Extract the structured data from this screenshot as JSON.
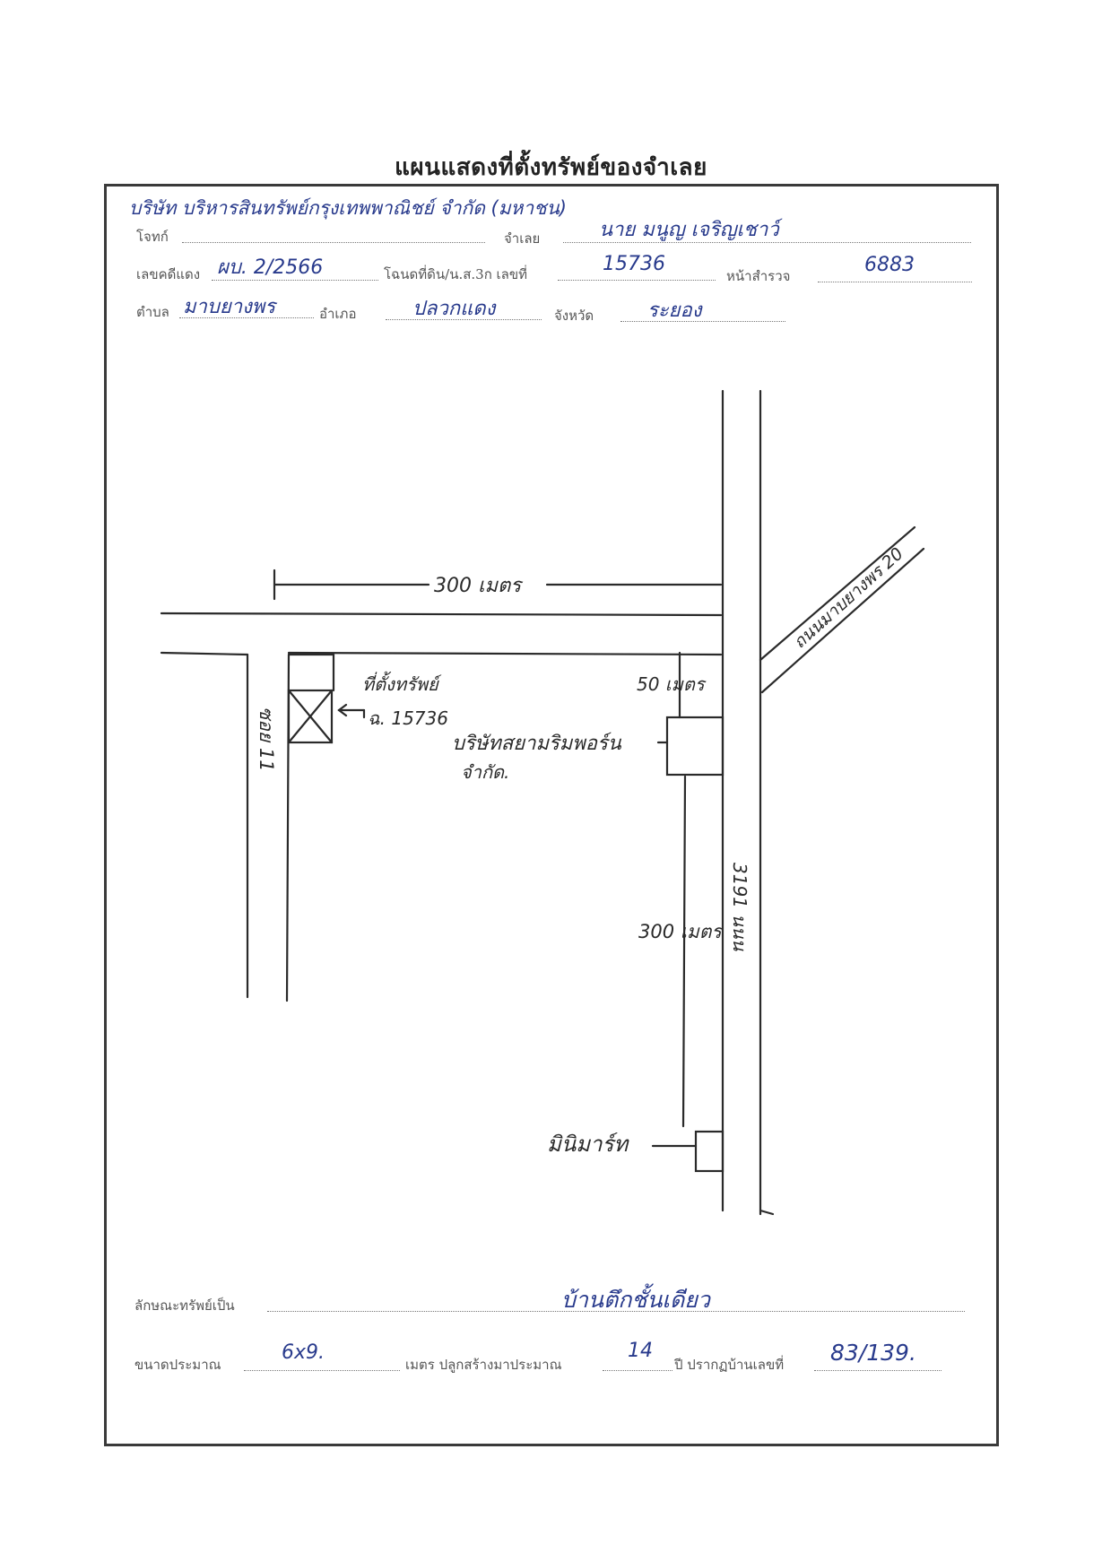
{
  "title": "แผนแสดงที่ตั้งทรัพย์ของจำเลย",
  "header": {
    "plaintiff_label": "โจทก์",
    "plaintiff_value": "บริษัท บริหารสินทรัพย์กรุงเทพพาณิชย์ จำกัด (มหาชน)",
    "defendant_label": "จำเลย",
    "defendant_value": "นาย มนูญ   เจริญเชาว์",
    "case_label": "เลขคดีแดง",
    "case_value": "ผบ. 2/2566",
    "deed_label": "โฉนดที่ดิน/น.ส.3ก เลขที่",
    "deed_value": "15736",
    "page_label": "หน้าสำรวจ",
    "page_value": "6883",
    "subdistrict_label": "ตำบล",
    "subdistrict_value": "มาบยางพร",
    "district_label": "อำเภอ",
    "district_value": "ปลวกแดง",
    "province_label": "จังหวัด",
    "province_value": "ระยอง"
  },
  "map": {
    "dist_300m": "300 เมตร",
    "road_mbp20": "ถนนมาบยางพร 20",
    "dist_50m": "50 เมตร",
    "property_location": "ที่ตั้งทรัพย์",
    "deed_ref": "ฉ. 15736",
    "soi": "ซอย 11",
    "company": "บริษัทสยามริมพอร์น",
    "company_sub": "จำกัด.",
    "dist_300m_vertical": "300 เมตร",
    "road_3191": "3191 นนน",
    "mini_mart": "มินิมาร์ท"
  },
  "footer": {
    "property_type_label": "ลักษณะทรัพย์เป็น",
    "property_type_value": "บ้านตึกชั้นเดียว",
    "size_label": "ขนาดประมาณ",
    "size_value": "6x9.",
    "built_label": "เมตร ปลูกสร้างมาประมาณ",
    "built_value": "14",
    "house_no_label": "ปี ปรากฏบ้านเลขที่",
    "house_no_value": "83/139."
  }
}
